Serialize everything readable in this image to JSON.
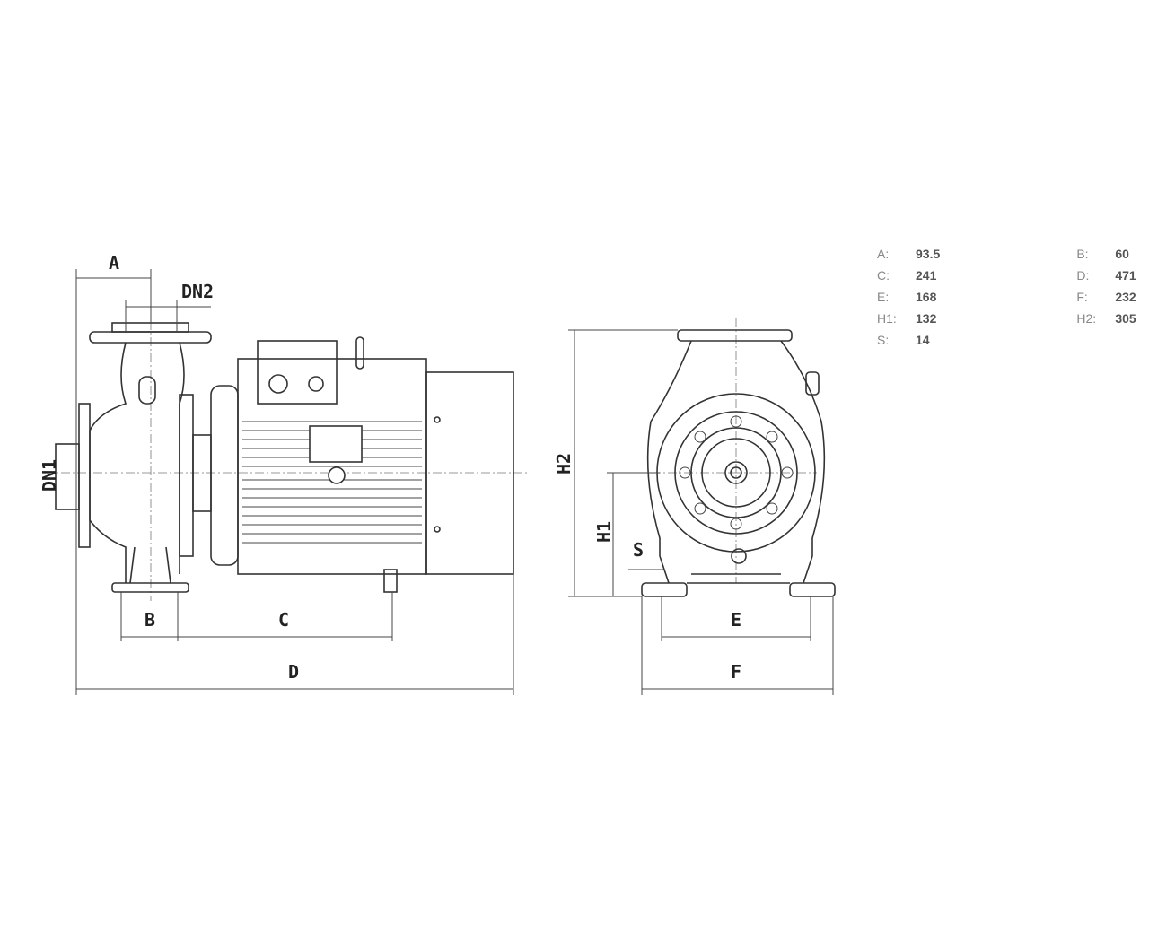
{
  "drawing_labels": {
    "A": "A",
    "DN2": "DN2",
    "DN1": "DN1",
    "B": "B",
    "C": "C",
    "D": "D",
    "H2": "H2",
    "H1": "H1",
    "S": "S",
    "E": "E",
    "F": "F"
  },
  "specs": [
    [
      {
        "key": "A:",
        "value": "93.5"
      },
      {
        "key": "B:",
        "value": "60"
      }
    ],
    [
      {
        "key": "C:",
        "value": "241"
      },
      {
        "key": "D:",
        "value": "471"
      }
    ],
    [
      {
        "key": "E:",
        "value": "168"
      },
      {
        "key": "F:",
        "value": "232"
      }
    ],
    [
      {
        "key": "H1:",
        "value": "132"
      },
      {
        "key": "H2:",
        "value": "305"
      }
    ],
    [
      {
        "key": "S:",
        "value": "14"
      }
    ]
  ]
}
